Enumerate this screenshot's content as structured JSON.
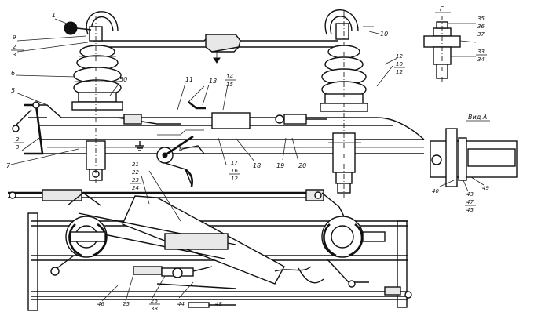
{
  "labels": {
    "l1": "1",
    "l2": "2",
    "l2b": "2",
    "l3": "3",
    "l3b": "3",
    "l5": "5",
    "l6": "6",
    "l7": "7",
    "l9": "9",
    "l10": "10",
    "l10b": "10",
    "l11": "11",
    "l12": "12",
    "l12b": "12",
    "l12c": "12",
    "l13": "13",
    "l14": "14",
    "l15": "15",
    "l16": "16",
    "l17": "17",
    "l18": "18",
    "l19": "19",
    "l20": "20",
    "l21": "21",
    "l22": "22",
    "l23": "23",
    "l24": "24",
    "l25": "25",
    "l26": "26",
    "l33": "33",
    "l34": "34",
    "l35": "35",
    "l36": "36",
    "l37": "37",
    "l38": "38",
    "l40": "40",
    "l43": "43",
    "l44": "44",
    "l45": "45",
    "l46": "46",
    "l47": "47",
    "l48": "48",
    "l49": "49",
    "l50": "50"
  },
  "views": {
    "section_g": "Г",
    "view_a": "Вид А"
  }
}
